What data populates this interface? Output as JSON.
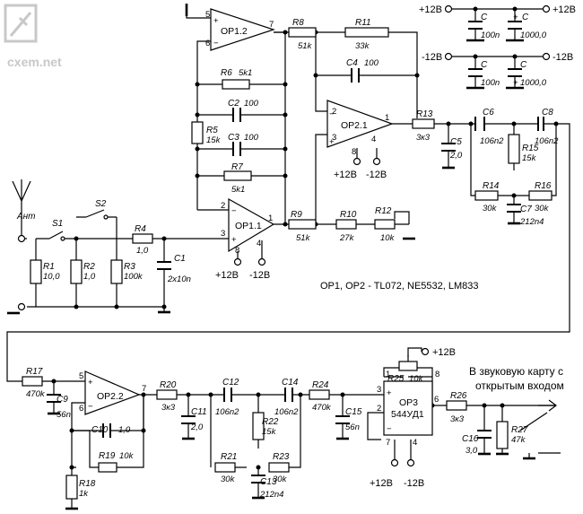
{
  "watermark": "cxem.net",
  "antenna_label": "Ант",
  "switches": {
    "s1": "S1",
    "s2": "S2"
  },
  "resistors": [
    {
      "ref": "R1",
      "value": "10,0"
    },
    {
      "ref": "R2",
      "value": "1,0"
    },
    {
      "ref": "R3",
      "value": "100k"
    },
    {
      "ref": "R4",
      "value": "1,0"
    },
    {
      "ref": "R5",
      "value": "15k"
    },
    {
      "ref": "R6",
      "value": "5k1"
    },
    {
      "ref": "R7",
      "value": "5k1"
    },
    {
      "ref": "R8",
      "value": "51k"
    },
    {
      "ref": "R9",
      "value": "51k"
    },
    {
      "ref": "R10",
      "value": "27k"
    },
    {
      "ref": "R11",
      "value": "33k"
    },
    {
      "ref": "R12",
      "value": "10k"
    },
    {
      "ref": "R13",
      "value": "3к3"
    },
    {
      "ref": "R14",
      "value": "30k"
    },
    {
      "ref": "R15",
      "value": "15k"
    },
    {
      "ref": "R16",
      "value": "30k"
    },
    {
      "ref": "R17",
      "value": "470k"
    },
    {
      "ref": "R18",
      "value": "1k"
    },
    {
      "ref": "R19",
      "value": "10k"
    },
    {
      "ref": "R20",
      "value": "3к3"
    },
    {
      "ref": "R21",
      "value": "30k"
    },
    {
      "ref": "R22",
      "value": "15k"
    },
    {
      "ref": "R23",
      "value": "30k"
    },
    {
      "ref": "R24",
      "value": "470k"
    },
    {
      "ref": "R25",
      "value": "10k"
    },
    {
      "ref": "R26",
      "value": "3к3"
    },
    {
      "ref": "R27",
      "value": "47k"
    }
  ],
  "capacitors": [
    {
      "ref": "C1",
      "value": "2x10n"
    },
    {
      "ref": "C2",
      "value": "100"
    },
    {
      "ref": "C3",
      "value": "100"
    },
    {
      "ref": "C4",
      "value": "100"
    },
    {
      "ref": "C5",
      "value": "2,0"
    },
    {
      "ref": "C6",
      "value": "106n2"
    },
    {
      "ref": "C7",
      "value": "212n4"
    },
    {
      "ref": "C8",
      "value": "106n2"
    },
    {
      "ref": "C9",
      "value": "56n"
    },
    {
      "ref": "C10",
      "value": "1,0"
    },
    {
      "ref": "C11",
      "value": "2,0"
    },
    {
      "ref": "C12",
      "value": "106n2"
    },
    {
      "ref": "C13",
      "value": "212n4"
    },
    {
      "ref": "C14",
      "value": "106n2"
    },
    {
      "ref": "C15",
      "value": "56n"
    },
    {
      "ref": "C16",
      "value": "3,0"
    }
  ],
  "opamps": {
    "op1_1": "OP1.1",
    "op1_2": "OP1.2",
    "op2_1": "OP2.1",
    "op2_2": "OP2.2",
    "op3": "OP3",
    "op3_type": "544УД1"
  },
  "pins": [
    "1",
    "2",
    "3",
    "4",
    "5",
    "6",
    "7",
    "8"
  ],
  "supplies": {
    "pos": "+12В",
    "neg": "-12В"
  },
  "decoupling": [
    {
      "ref": "C",
      "value": "100n"
    },
    {
      "ref": "C",
      "value": "1000,0"
    },
    {
      "ref": "C",
      "value": "100n"
    },
    {
      "ref": "C",
      "value": "1000,0"
    }
  ],
  "polarity_plus": "+",
  "opamp_note": "OP1, OP2 - TL072, NE5532, LM833",
  "output_note": [
    "В звуковую карту с",
    "открытым входом"
  ]
}
